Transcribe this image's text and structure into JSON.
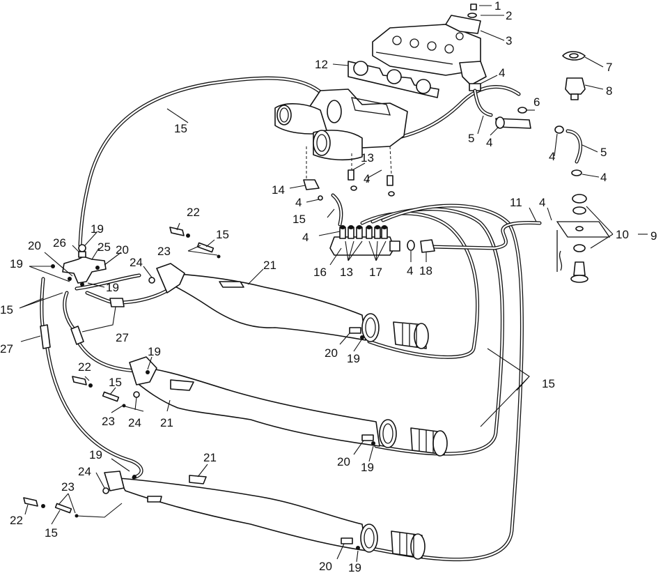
{
  "callouts": [
    {
      "id": "c1",
      "text": "1"
    },
    {
      "id": "c2",
      "text": "2"
    },
    {
      "id": "c3",
      "text": "3"
    },
    {
      "id": "c4a",
      "text": "4"
    },
    {
      "id": "c7",
      "text": "7"
    },
    {
      "id": "c8",
      "text": "8"
    },
    {
      "id": "c6",
      "text": "6"
    },
    {
      "id": "c5a",
      "text": "5"
    },
    {
      "id": "c4b",
      "text": "4"
    },
    {
      "id": "c4c",
      "text": "4"
    },
    {
      "id": "c5b",
      "text": "5"
    },
    {
      "id": "c4d",
      "text": "4"
    },
    {
      "id": "c12",
      "text": "12"
    },
    {
      "id": "c15a",
      "text": "15"
    },
    {
      "id": "c13a",
      "text": "13"
    },
    {
      "id": "c4e",
      "text": "4"
    },
    {
      "id": "c14",
      "text": "14"
    },
    {
      "id": "c4f",
      "text": "4"
    },
    {
      "id": "c15b",
      "text": "15"
    },
    {
      "id": "c4g",
      "text": "4"
    },
    {
      "id": "c11",
      "text": "11"
    },
    {
      "id": "c4h",
      "text": "4"
    },
    {
      "id": "c10",
      "text": "10"
    },
    {
      "id": "c9",
      "text": "9"
    },
    {
      "id": "c16",
      "text": "16"
    },
    {
      "id": "c13b",
      "text": "13"
    },
    {
      "id": "c17",
      "text": "17"
    },
    {
      "id": "c4i",
      "text": "4"
    },
    {
      "id": "c18",
      "text": "18"
    },
    {
      "id": "c22a",
      "text": "22"
    },
    {
      "id": "c15c",
      "text": "15"
    },
    {
      "id": "c23a",
      "text": "23"
    },
    {
      "id": "c19a",
      "text": "19"
    },
    {
      "id": "c26",
      "text": "26"
    },
    {
      "id": "c25",
      "text": "25"
    },
    {
      "id": "c20a",
      "text": "20"
    },
    {
      "id": "c20b",
      "text": "20"
    },
    {
      "id": "c24a",
      "text": "24"
    },
    {
      "id": "c21a",
      "text": "21"
    },
    {
      "id": "c19b",
      "text": "19"
    },
    {
      "id": "c19c",
      "text": "19"
    },
    {
      "id": "c15d",
      "text": "15"
    },
    {
      "id": "c27a",
      "text": "27"
    },
    {
      "id": "c27b",
      "text": "27"
    },
    {
      "id": "c20c",
      "text": "20"
    },
    {
      "id": "c19d",
      "text": "19"
    },
    {
      "id": "c15e",
      "text": "15"
    },
    {
      "id": "c19e",
      "text": "19"
    },
    {
      "id": "c22b",
      "text": "22"
    },
    {
      "id": "c15f",
      "text": "15"
    },
    {
      "id": "c23b",
      "text": "23"
    },
    {
      "id": "c24b",
      "text": "24"
    },
    {
      "id": "c21b",
      "text": "21"
    },
    {
      "id": "c20d",
      "text": "20"
    },
    {
      "id": "c19f",
      "text": "19"
    },
    {
      "id": "c19g",
      "text": "19"
    },
    {
      "id": "c21c",
      "text": "21"
    },
    {
      "id": "c24c",
      "text": "24"
    },
    {
      "id": "c23c",
      "text": "23"
    },
    {
      "id": "c22c",
      "text": "22"
    },
    {
      "id": "c15g",
      "text": "15"
    },
    {
      "id": "c20e",
      "text": "20"
    },
    {
      "id": "c19h",
      "text": "19"
    }
  ]
}
